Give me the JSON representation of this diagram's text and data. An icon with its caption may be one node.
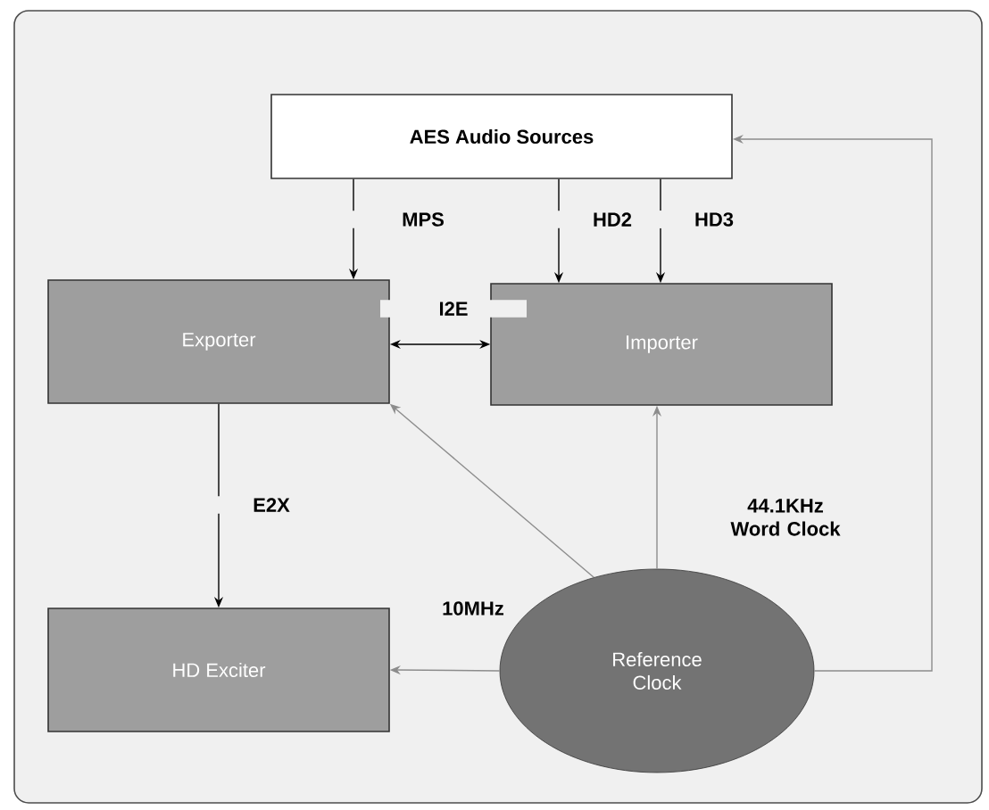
{
  "diagram": {
    "nodes": [
      {
        "text": [
          "AES Audio Sources"
        ]
      },
      {
        "text": [
          "Exporter"
        ]
      },
      {
        "text": [
          "Importer"
        ]
      },
      {
        "text": [
          "HD Exciter"
        ]
      },
      {
        "text": [
          "Reference Clock"
        ]
      }
    ],
    "edges": [
      {
        "from": 0,
        "to": 1,
        "arrow": "to",
        "label": "MPS"
      },
      {
        "from": 0,
        "to": 2,
        "arrow": "to",
        "label": "HD2"
      },
      {
        "from": 0,
        "to": 2,
        "arrow": "to",
        "label": "HD3"
      },
      {
        "from": 1,
        "to": 2,
        "arrow": "both",
        "label": "I2E"
      },
      {
        "from": 1,
        "to": 3,
        "arrow": "to",
        "label": "E2X"
      },
      {
        "from": 4,
        "to": 1,
        "arrow": "to",
        "color": "#8c8c8c"
      },
      {
        "from": 4,
        "to": 2,
        "arrow": "to",
        "label": "44.1KHz Word Clock",
        "color": "#8c8c8c"
      },
      {
        "from": 4,
        "to": 3,
        "arrow": "to",
        "color": "#8c8c8c"
      },
      {
        "from": 4,
        "to": 0,
        "arrow": "to",
        "color": "#8c8c8c"
      }
    ],
    "labels": [
      "10MHz"
    ]
  }
}
